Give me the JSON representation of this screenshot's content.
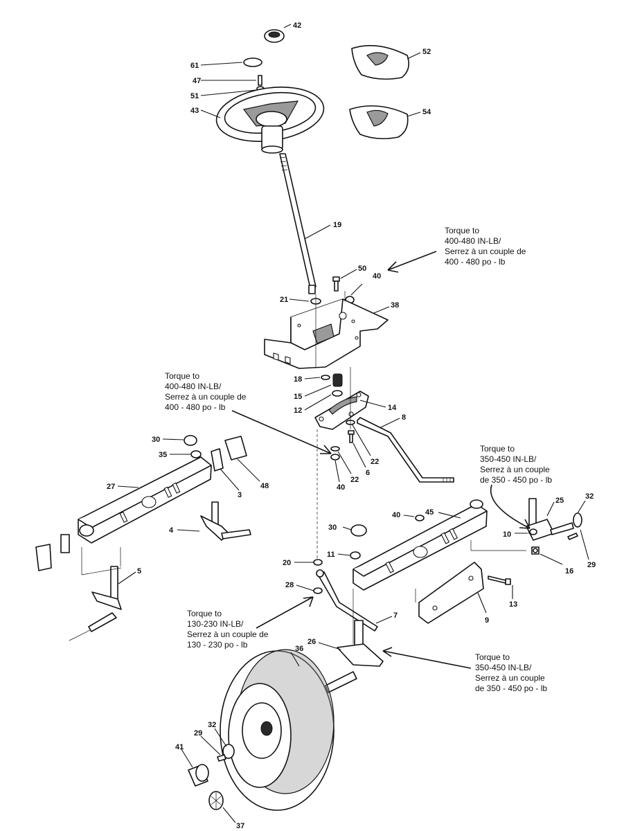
{
  "callouts": [
    {
      "id": "42",
      "text": "42"
    },
    {
      "id": "52",
      "text": "52"
    },
    {
      "id": "61",
      "text": "61"
    },
    {
      "id": "47",
      "text": "47"
    },
    {
      "id": "51",
      "text": "51"
    },
    {
      "id": "43",
      "text": "43"
    },
    {
      "id": "54",
      "text": "54"
    },
    {
      "id": "19",
      "text": "19"
    },
    {
      "id": "50",
      "text": "50"
    },
    {
      "id": "40a",
      "text": "40"
    },
    {
      "id": "21",
      "text": "21"
    },
    {
      "id": "38",
      "text": "38"
    },
    {
      "id": "18",
      "text": "18"
    },
    {
      "id": "15",
      "text": "15"
    },
    {
      "id": "12",
      "text": "12"
    },
    {
      "id": "14",
      "text": "14"
    },
    {
      "id": "8",
      "text": "8"
    },
    {
      "id": "30a",
      "text": "30"
    },
    {
      "id": "35",
      "text": "35"
    },
    {
      "id": "48",
      "text": "48"
    },
    {
      "id": "27",
      "text": "27"
    },
    {
      "id": "3",
      "text": "3"
    },
    {
      "id": "22a",
      "text": "22"
    },
    {
      "id": "6",
      "text": "6"
    },
    {
      "id": "22b",
      "text": "22"
    },
    {
      "id": "40b",
      "text": "40"
    },
    {
      "id": "4",
      "text": "4"
    },
    {
      "id": "5",
      "text": "5"
    },
    {
      "id": "40c",
      "text": "40"
    },
    {
      "id": "45",
      "text": "45"
    },
    {
      "id": "25",
      "text": "25"
    },
    {
      "id": "32a",
      "text": "32"
    },
    {
      "id": "10",
      "text": "10"
    },
    {
      "id": "30b",
      "text": "30"
    },
    {
      "id": "11",
      "text": "11"
    },
    {
      "id": "20",
      "text": "20"
    },
    {
      "id": "16",
      "text": "16"
    },
    {
      "id": "29a",
      "text": "29"
    },
    {
      "id": "28",
      "text": "28"
    },
    {
      "id": "13",
      "text": "13"
    },
    {
      "id": "9",
      "text": "9"
    },
    {
      "id": "7",
      "text": "7"
    },
    {
      "id": "26",
      "text": "26"
    },
    {
      "id": "36",
      "text": "36"
    },
    {
      "id": "32b",
      "text": "32"
    },
    {
      "id": "29b",
      "text": "29"
    },
    {
      "id": "41",
      "text": "41"
    },
    {
      "id": "37",
      "text": "37"
    }
  ],
  "torque_notes": {
    "plate_mount": [
      "Torque to",
      "400-480 IN-LB/",
      "Serrez à un couple de",
      "400 - 480 po - lb"
    ],
    "sector_gear": [
      "Torque to",
      "400-480 IN-LB/",
      "Serrez à un couple de",
      "400 - 480 po - lb"
    ],
    "right_spindle": [
      "Torque to",
      "350-450 IN-LB/",
      "Serrez à un couple",
      "de 350 - 450 po - lb"
    ],
    "drag_link": [
      "Torque to",
      "130-230 IN-LB/",
      "Serrez à un couple de",
      "130 - 230 po - lb"
    ],
    "left_spindle": [
      "Torque to",
      "350-450 IN-LB/",
      "Serrez à un couple",
      "de 350 - 450 po - lb"
    ]
  }
}
